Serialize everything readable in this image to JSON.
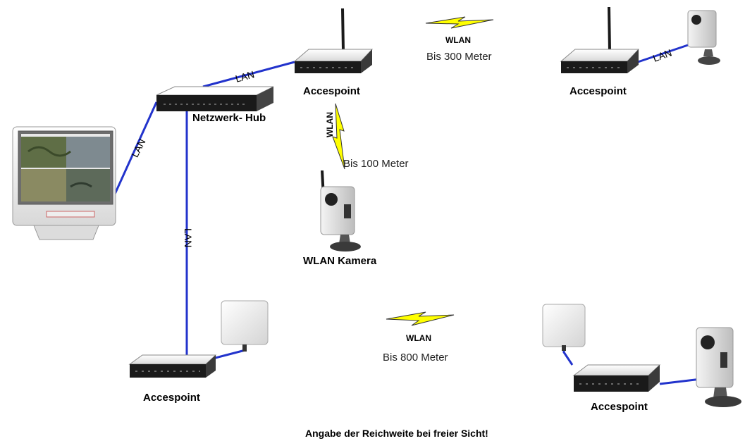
{
  "labels": {
    "ap_top_center": "Accespoint",
    "ap_top_right": "Accespoint",
    "hub": "Netzwerk- Hub",
    "camera": "WLAN Kamera",
    "ap_bottom_left": "Accespoint",
    "ap_bottom_right": "Accespoint"
  },
  "links": {
    "lan": "LAN",
    "wlan": "WLAN"
  },
  "distances": {
    "top": "Bis 300 Meter",
    "middle": "Bis 100 Meter",
    "bottom": "Bis 800 Meter"
  },
  "footer": "Angabe der Reichweite bei freier Sicht!",
  "colors": {
    "lan_wire": "#2233cc",
    "lightning": "#ffff00"
  }
}
